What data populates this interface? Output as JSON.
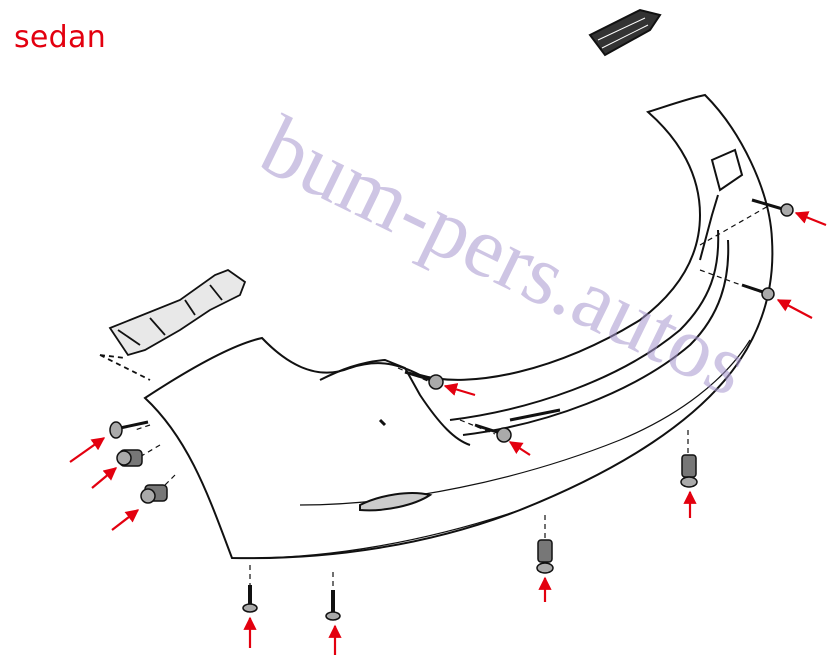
{
  "caption": "sedan",
  "watermark": "bum-pers.autos",
  "colors": {
    "arrow": "#e3000f",
    "caption": "#e3000f",
    "line": "#111111",
    "watermark": "#a596cd"
  },
  "fasteners": [
    {
      "kind": "screw",
      "label": "side-screw-upper-right"
    },
    {
      "kind": "screw",
      "label": "side-screw-lower-right"
    },
    {
      "kind": "screw",
      "label": "center-screw-upper"
    },
    {
      "kind": "screw",
      "label": "center-screw-lower"
    },
    {
      "kind": "screw",
      "label": "left-screw"
    },
    {
      "kind": "clip",
      "label": "left-clip-upper"
    },
    {
      "kind": "clip",
      "label": "left-clip-lower"
    },
    {
      "kind": "clip",
      "label": "bottom-clip-right"
    },
    {
      "kind": "clip",
      "label": "bottom-clip-center"
    },
    {
      "kind": "screw",
      "label": "bottom-screw-left"
    },
    {
      "kind": "screw",
      "label": "bottom-screw-center"
    }
  ]
}
